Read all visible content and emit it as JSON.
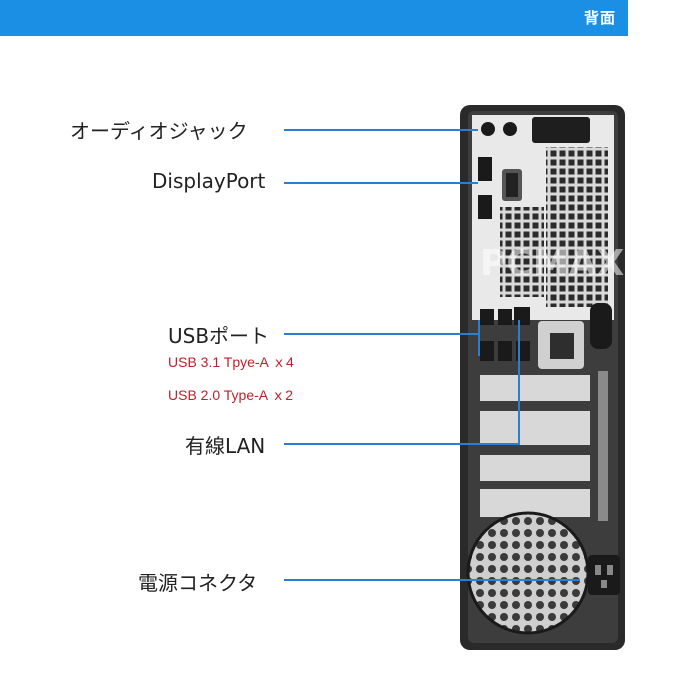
{
  "banner": {
    "title": "背面"
  },
  "labels": {
    "audio": "オーディオジャック",
    "displayport": "DisplayPort",
    "usb": "USBポート",
    "usb_sub1": "USB 3.1 Tpye-A ｘ4",
    "usb_sub2": "USB 2.0 Type-A ｘ2",
    "lan": "有線LAN",
    "power": "電源コネクタ"
  },
  "watermark": "PCMAX",
  "colors": {
    "banner": "#1a8fe3",
    "leader": "#2a7fd4",
    "sub_text": "#c0202a"
  }
}
